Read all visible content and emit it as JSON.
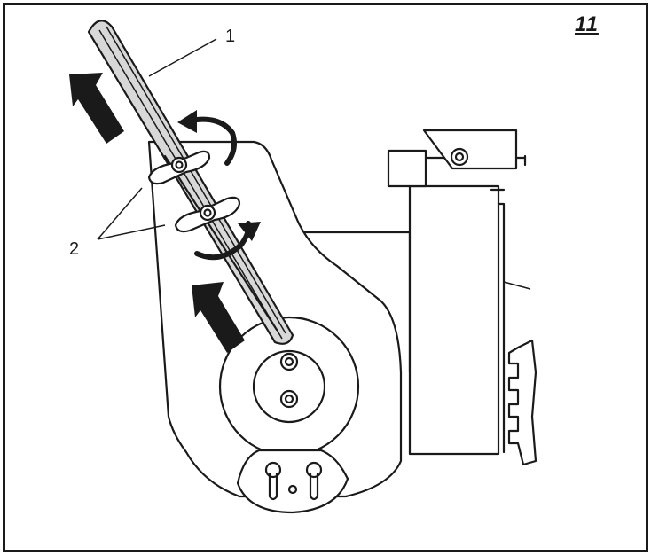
{
  "figure": {
    "number": "11"
  },
  "callouts": [
    {
      "number": "1"
    },
    {
      "number": "2"
    }
  ],
  "colors": {
    "ink": "#1a1a1a",
    "paper": "#ffffff",
    "handle_fill": "#d8d8d8"
  }
}
